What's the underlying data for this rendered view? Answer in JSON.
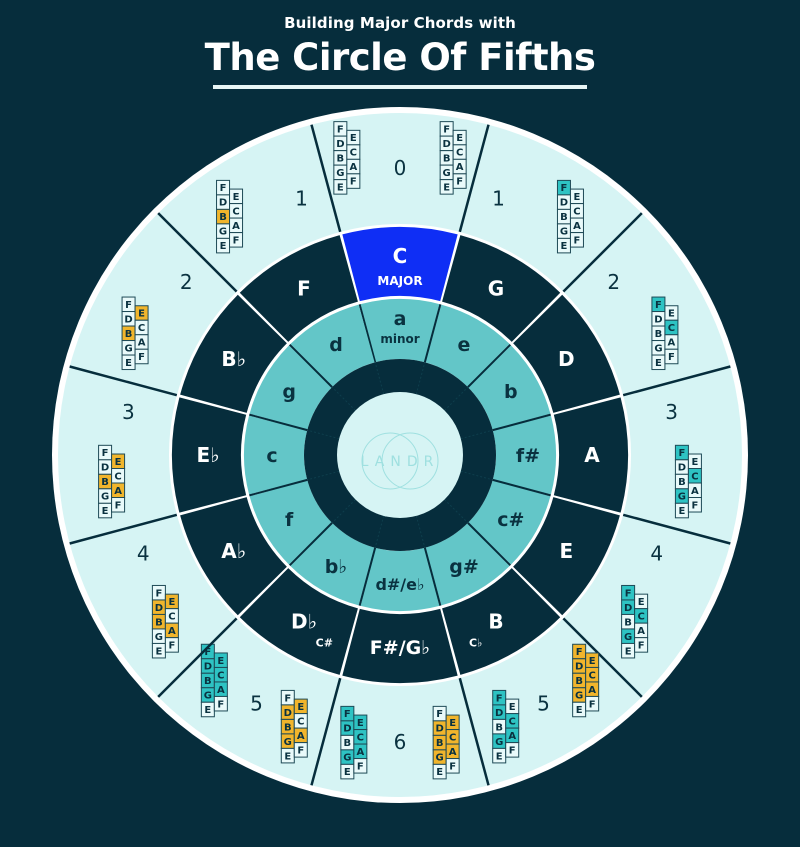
{
  "header": {
    "subtitle": "Building Major Chords with",
    "title": "The Circle Of Fifths"
  },
  "logo": {
    "text": "LANDR"
  },
  "colors": {
    "background": "#062d3c",
    "outer_ring": "#d6f4f4",
    "major_ring": "#062d3c",
    "major_highlight": "#0f2ef5",
    "minor_ring": "#63c6c8",
    "inner_dark": "#062d3c",
    "center": "#d6f4f4",
    "flat_highlight": "#f1b52c",
    "sharp_highlight": "#2ec3c3",
    "ring_border": "#ffffff"
  },
  "staff": {
    "left_column": [
      "F",
      "D",
      "B",
      "G",
      "E"
    ],
    "right_column": [
      "E",
      "C",
      "A",
      "F"
    ]
  },
  "segments": [
    {
      "index": 0,
      "major": "C",
      "major_sub": "MAJOR",
      "minor": "a",
      "minor_sub": "minor",
      "count": "0",
      "highlighted": true,
      "staffs": [
        {
          "type": "none",
          "hl": []
        },
        {
          "type": "none",
          "hl": []
        }
      ]
    },
    {
      "index": 1,
      "major": "G",
      "minor": "e",
      "count": "1",
      "staffs": [
        {
          "type": "sharp",
          "hl": [
            "L0"
          ]
        }
      ]
    },
    {
      "index": 2,
      "major": "D",
      "minor": "b",
      "count": "2",
      "staffs": [
        {
          "type": "sharp",
          "hl": [
            "L0",
            "R1"
          ]
        }
      ]
    },
    {
      "index": 3,
      "major": "A",
      "minor": "f#",
      "count": "3",
      "staffs": [
        {
          "type": "sharp",
          "hl": [
            "L0",
            "R1",
            "L3"
          ]
        }
      ]
    },
    {
      "index": 4,
      "major": "E",
      "minor": "c#",
      "count": "4",
      "staffs": [
        {
          "type": "sharp",
          "hl": [
            "L0",
            "R1",
            "L3",
            "L1"
          ]
        }
      ]
    },
    {
      "index": 5,
      "major": "B",
      "major_alt": "C♭",
      "minor": "g#",
      "count": "5",
      "staffs": [
        {
          "type": "flat",
          "hl": [
            "L0",
            "L1",
            "L2",
            "L3",
            "R0",
            "R1",
            "R2"
          ]
        },
        {
          "type": "sharp",
          "hl": [
            "L0",
            "R1",
            "L3",
            "L1",
            "R2"
          ]
        }
      ]
    },
    {
      "index": 6,
      "major": "F#/G♭",
      "minor": "d#/e♭",
      "count": "6",
      "staffs": [
        {
          "type": "flat",
          "hl": [
            "L1",
            "L2",
            "L3",
            "R0",
            "R1",
            "R2"
          ]
        },
        {
          "type": "sharp",
          "hl": [
            "L0",
            "L1",
            "L3",
            "R0",
            "R1",
            "R2"
          ]
        }
      ]
    },
    {
      "index": 7,
      "major": "D♭",
      "major_alt": "C#",
      "minor": "b♭",
      "count": "5",
      "staffs": [
        {
          "type": "flat",
          "hl": [
            "L1",
            "L2",
            "L3",
            "R0",
            "R2"
          ]
        },
        {
          "type": "sharp",
          "hl": [
            "L0",
            "L1",
            "L2",
            "L3",
            "R0",
            "R1",
            "R2"
          ]
        }
      ]
    },
    {
      "index": 8,
      "major": "A♭",
      "minor": "f",
      "count": "4",
      "staffs": [
        {
          "type": "flat",
          "hl": [
            "L1",
            "L2",
            "R0",
            "R2"
          ]
        }
      ]
    },
    {
      "index": 9,
      "major": "E♭",
      "minor": "c",
      "count": "3",
      "staffs": [
        {
          "type": "flat",
          "hl": [
            "L2",
            "R0",
            "R2"
          ]
        }
      ]
    },
    {
      "index": 10,
      "major": "B♭",
      "minor": "g",
      "count": "2",
      "staffs": [
        {
          "type": "flat",
          "hl": [
            "L2",
            "R0"
          ]
        }
      ]
    },
    {
      "index": 11,
      "major": "F",
      "minor": "d",
      "count": "1",
      "staffs": [
        {
          "type": "flat",
          "hl": [
            "L2"
          ]
        }
      ]
    }
  ]
}
